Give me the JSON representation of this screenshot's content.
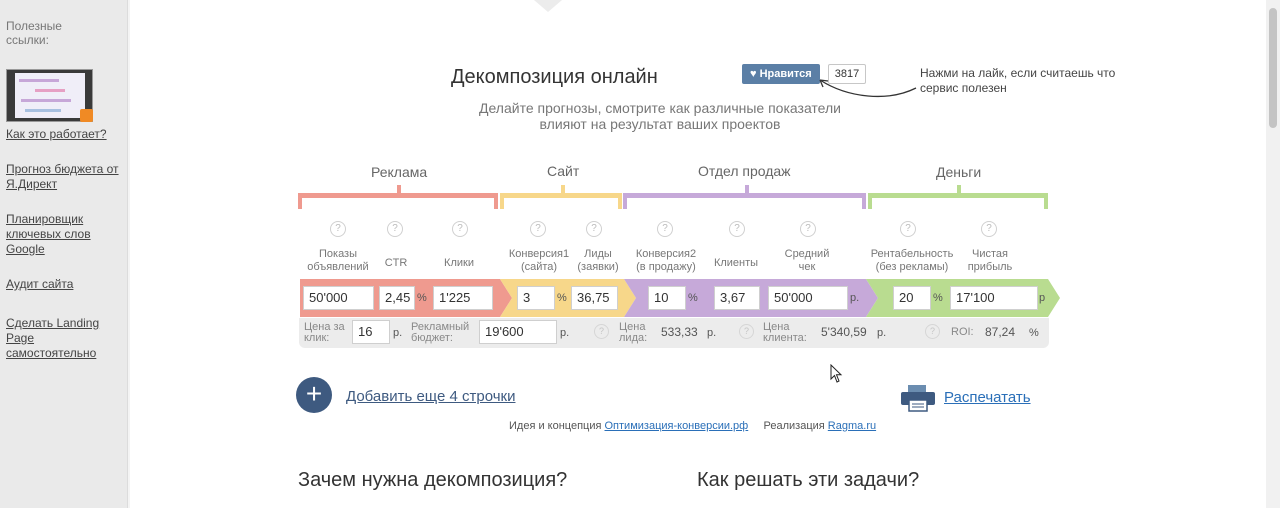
{
  "sidebar": {
    "title": "Полезные ссылки:",
    "links": [
      {
        "label": "Как это работает?"
      },
      {
        "label": "Прогноз бюджета от Я.Директ"
      },
      {
        "label": "Планировщик ключевых слов Google"
      },
      {
        "label": "Аудит сайта"
      },
      {
        "label": "Сделать Landing Page самостоятельно"
      }
    ]
  },
  "header": {
    "title": "Декомпозиция онлайн",
    "subtitle": "Делайте прогнозы, смотрите как различные показатели влияют на результат ваших проектов",
    "like_label": "Нравится",
    "like_count": "3817",
    "like_hint": "Нажми на лайк, если считаешь что сервис полезен"
  },
  "sections": [
    {
      "label": "Реклама",
      "color": "#ef9a8f"
    },
    {
      "label": "Сайт",
      "color": "#f7d78a"
    },
    {
      "label": "Отдел продаж",
      "color": "#c6a9d9"
    },
    {
      "label": "Деньги",
      "color": "#b9dc90"
    }
  ],
  "metrics": [
    {
      "label": "Показы объявлений",
      "value": "50'000",
      "unit": ""
    },
    {
      "label": "CTR",
      "value": "2,45",
      "unit": "%"
    },
    {
      "label": "Клики",
      "value": "1'225",
      "unit": ""
    },
    {
      "label": "Конверсия1 (сайта)",
      "value": "3",
      "unit": "%"
    },
    {
      "label": "Лиды (заявки)",
      "value": "36,75",
      "unit": ""
    },
    {
      "label": "Конверсия2 (в продажу)",
      "value": "10",
      "unit": "%"
    },
    {
      "label": "Клиенты",
      "value": "3,67",
      "unit": ""
    },
    {
      "label": "Средний чек",
      "value": "50'000",
      "unit": "р."
    },
    {
      "label": "Рентабельность (без рекламы)",
      "value": "20",
      "unit": "%"
    },
    {
      "label": "Чистая прибыль",
      "value": "17'100",
      "unit": "р"
    }
  ],
  "secondary": {
    "cpc_label": "Цена за клик:",
    "cpc_value": "16",
    "cpc_unit": "р.",
    "budget_label": "Рекламный бюджет:",
    "budget_value": "19'600",
    "budget_unit": "р.",
    "cpl_label": "Цена лида:",
    "cpl_value": "533,33",
    "cpl_unit": "р.",
    "cpa_label": "Цена клиента:",
    "cpa_value": "5'340,59",
    "cpa_unit": "р.",
    "roi_label": "ROI:",
    "roi_value": "87,24",
    "roi_unit": "%"
  },
  "actions": {
    "add_rows": "Добавить еще 4 строчки",
    "print": "Распечатать"
  },
  "credits": {
    "idea_label": "Идея и концепция",
    "idea_link": "Оптимизация-конверсии.рф",
    "impl_label": "Реализация",
    "impl_link": "Ragma.ru"
  },
  "headings": {
    "why": "Зачем нужна декомпозиция?",
    "how": "Как решать эти задачи?"
  }
}
